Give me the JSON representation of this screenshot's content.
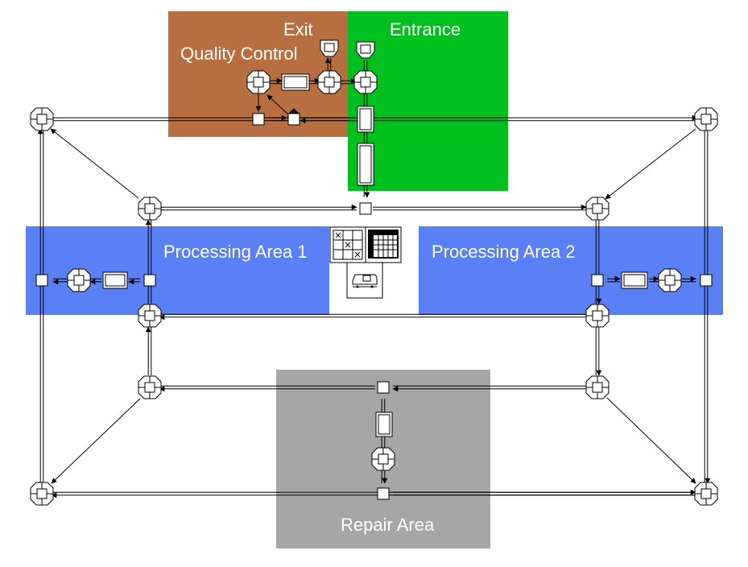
{
  "zones": {
    "quality_control": {
      "label": "Quality Control",
      "exit_label": "Exit",
      "color": "#B86F3F"
    },
    "entrance": {
      "label": "Entrance",
      "color": "#00C020"
    },
    "processing_1": {
      "label": "Processing Area 1",
      "color": "#5B7FF5"
    },
    "processing_2": {
      "label": "Processing Area 2",
      "color": "#5B7FF5"
    },
    "repair": {
      "label": "Repair Area",
      "color": "#A6A6A6"
    }
  },
  "icons": {
    "queue_station": "queue-station-icon",
    "machine": "machine-icon",
    "buffer": "buffer-icon",
    "control_point": "control-point-icon",
    "grid_tool": "grid-tool-icon",
    "table_tool": "table-tool-icon",
    "vehicle_tool": "vehicle-tool-icon"
  },
  "line_color": "#000000"
}
